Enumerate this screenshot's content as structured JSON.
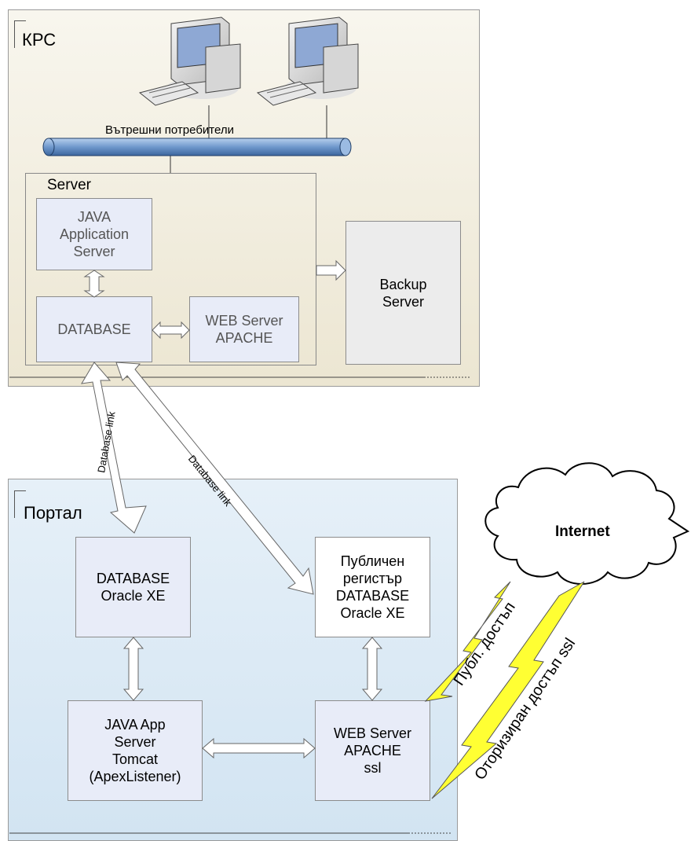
{
  "zones": {
    "krs_label": "КРС",
    "portal_label": "Портал"
  },
  "top": {
    "network_label": "Вътрешни потребители",
    "server_label": "Server",
    "java_app_server": "JAVA\nApplication\nServer",
    "database": "DATABASE",
    "web_server": "WEB Server\nAPACHE",
    "backup_server": "Backup\nServer"
  },
  "links": {
    "db_link_1": "Database link",
    "db_link_2": "Database link"
  },
  "portal": {
    "database_xe": "DATABASE\nOracle XE",
    "public_registry": "Публичен\nрегистър\nDATABASE\nOracle XE",
    "java_tomcat": "JAVA App\nServer\nTomcat\n(ApexListener)",
    "web_apache_ssl": "WEB Server\nAPACHE\nssl"
  },
  "internet": {
    "label": "Internet",
    "public_access": "Публ. достъп",
    "authorized_access": "Оторизиран достъп ssl"
  },
  "colors": {
    "krs_bg": "#f6f2e6",
    "portal_bg": "#e0ecf6",
    "box_bg": "#e8ecf8",
    "backup_bg": "#ececec",
    "lightning": "#ffff33",
    "pipe": "#7ea6d6"
  },
  "icons": [
    "computer-icon",
    "computer-icon",
    "cloud-icon",
    "lightning-icon"
  ]
}
